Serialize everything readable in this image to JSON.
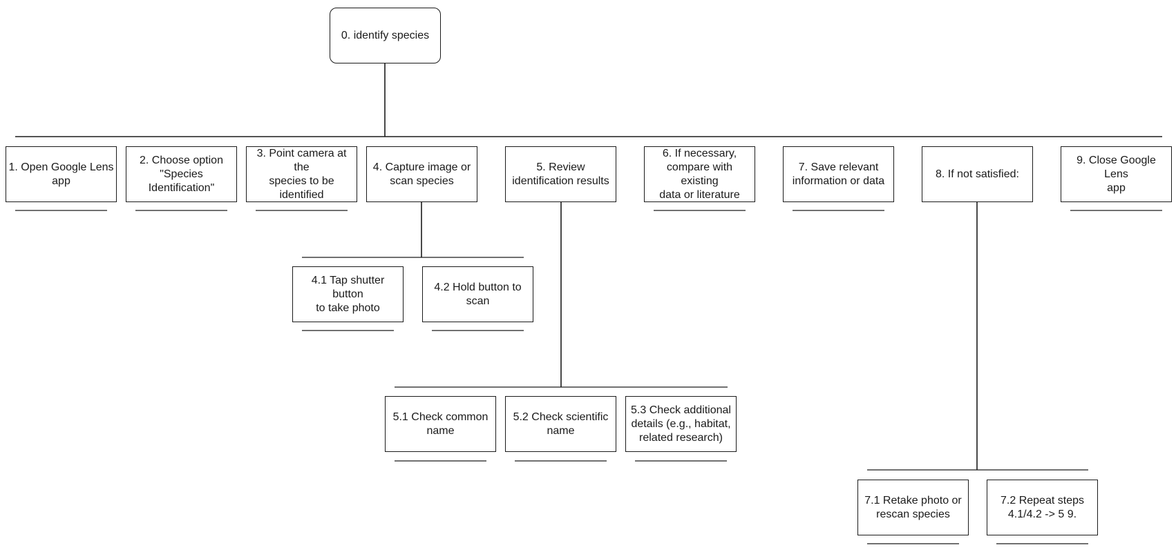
{
  "colors": {
    "stroke": "#1a1a1a",
    "background": "#ffffff"
  },
  "root": {
    "id": "0",
    "label": "0. identify species"
  },
  "steps": [
    {
      "id": "1",
      "label": "1. Open Google Lens\napp"
    },
    {
      "id": "2",
      "label": "2. Choose option\n\"Species\nIdentification\""
    },
    {
      "id": "3",
      "label": "3. Point camera at the\nspecies to be\nidentified"
    },
    {
      "id": "4",
      "label": "4. Capture image or\nscan species",
      "children": [
        {
          "id": "4.1",
          "label": "4.1 Tap shutter button\nto take photo"
        },
        {
          "id": "4.2",
          "label": "4.2 Hold button to\nscan"
        }
      ]
    },
    {
      "id": "5",
      "label": "5. Review\nidentification results",
      "children": [
        {
          "id": "5.1",
          "label": "5.1 Check common\nname"
        },
        {
          "id": "5.2",
          "label": "5.2 Check scientific\nname"
        },
        {
          "id": "5.3",
          "label": "5.3 Check additional\ndetails (e.g., habitat,\nrelated research)"
        }
      ]
    },
    {
      "id": "6",
      "label": "6. If necessary,\ncompare with existing\ndata or literature"
    },
    {
      "id": "7",
      "label": "7. Save relevant\ninformation or data"
    },
    {
      "id": "8",
      "label": "8. If not satisfied:",
      "children": [
        {
          "id": "7.1",
          "label": "7.1 Retake photo or\nrescan species"
        },
        {
          "id": "7.2",
          "label": "7.2 Repeat steps\n4.1/4.2 -> 5 9."
        }
      ]
    },
    {
      "id": "9",
      "label": "9. Close Google Lens\napp"
    }
  ]
}
